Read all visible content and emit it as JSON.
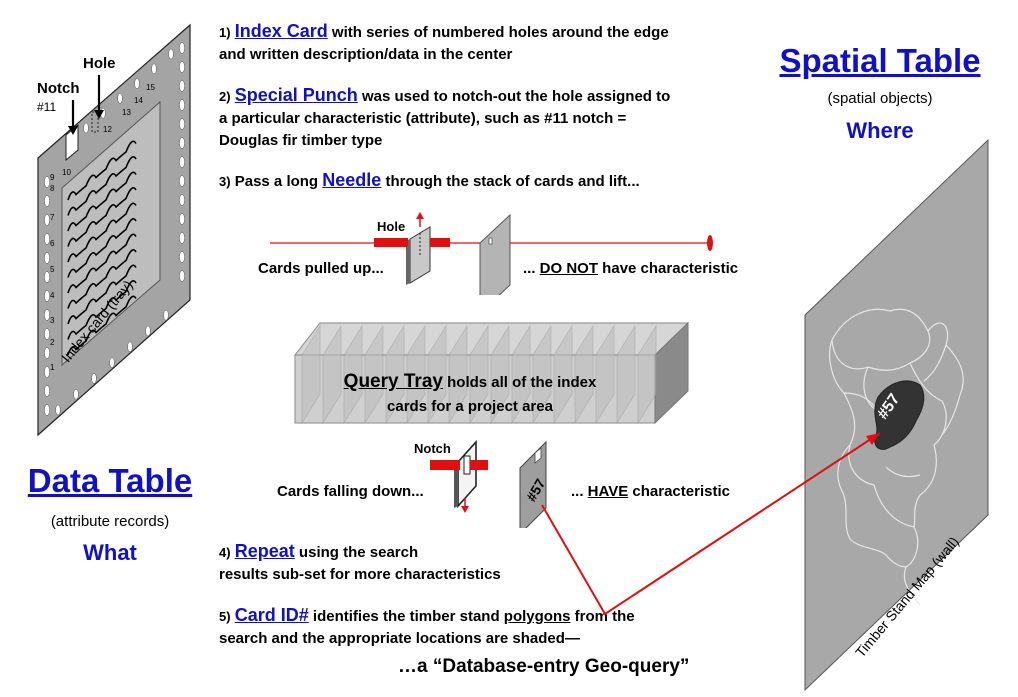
{
  "steps": [
    {
      "num": "1)",
      "keyword": "Index Card",
      "line1_rest": " with series of numbered holes around the edge",
      "line2": "and written description/data in the center"
    },
    {
      "num": "2)",
      "keyword": "Special Punch",
      "line1_rest": " was used to notch-out the hole assigned to",
      "line2": "a particular characteristic (attribute), such as #11 notch =",
      "line3": "Douglas fir timber type"
    },
    {
      "num": "3)",
      "keyword": "Needle",
      "line1_pre": "Pass a long ",
      "line1_rest": " through the stack of cards and lift..."
    },
    {
      "num": "4)",
      "keyword": "Repeat",
      "line1_rest": "  using the search",
      "line2": "results sub-set for more characteristics"
    },
    {
      "num": "5)",
      "keyword": "Card ID#",
      "line1_pre_b": "  identifies the timber stand ",
      "line1_und": "polygons",
      "line1_post": " from the",
      "line2": "search and the appropriate locations are shaded—",
      "line3": "…a “Database-entry Geo-query”"
    }
  ],
  "left_card": {
    "hole_label": "Hole",
    "notch_label": "Notch",
    "notch_num": "#11",
    "caption": "Index card (tray)",
    "hole_numbers_left": [
      "1",
      "2",
      "3",
      "4",
      "5",
      "6",
      "7",
      "8",
      "9",
      "10"
    ],
    "hole_numbers_top": [
      "12",
      "13",
      "14",
      "15"
    ]
  },
  "data_table": {
    "title": "Data Table",
    "subtitle": "(attribute records)",
    "what": "What"
  },
  "spatial_table": {
    "title": "Spatial Table",
    "subtitle": "(spatial objects)",
    "where": "Where"
  },
  "needle_diagram": {
    "hole_label": "Hole",
    "pulled_up": "Cards pulled up...",
    "do_not_pre": "...  ",
    "do_not": "DO NOT",
    "do_not_post": " have characteristic"
  },
  "query_tray": {
    "title": "Query Tray",
    "text1": " holds all of the index",
    "text2": "cards for a project area"
  },
  "falling": {
    "notch_label": "Notch",
    "falling_down": "Cards falling down...",
    "have_pre": "...  ",
    "have": "HAVE",
    "have_post": " characteristic",
    "card_id": "#57"
  },
  "map": {
    "caption": "Timber Stand Map (wall)",
    "polygon_id": "#57"
  },
  "colors": {
    "accent_blue": "#1010c8",
    "needle_red": "#e01010",
    "card_gray": "#9a9a9a",
    "map_gray": "#a8a8a8"
  }
}
